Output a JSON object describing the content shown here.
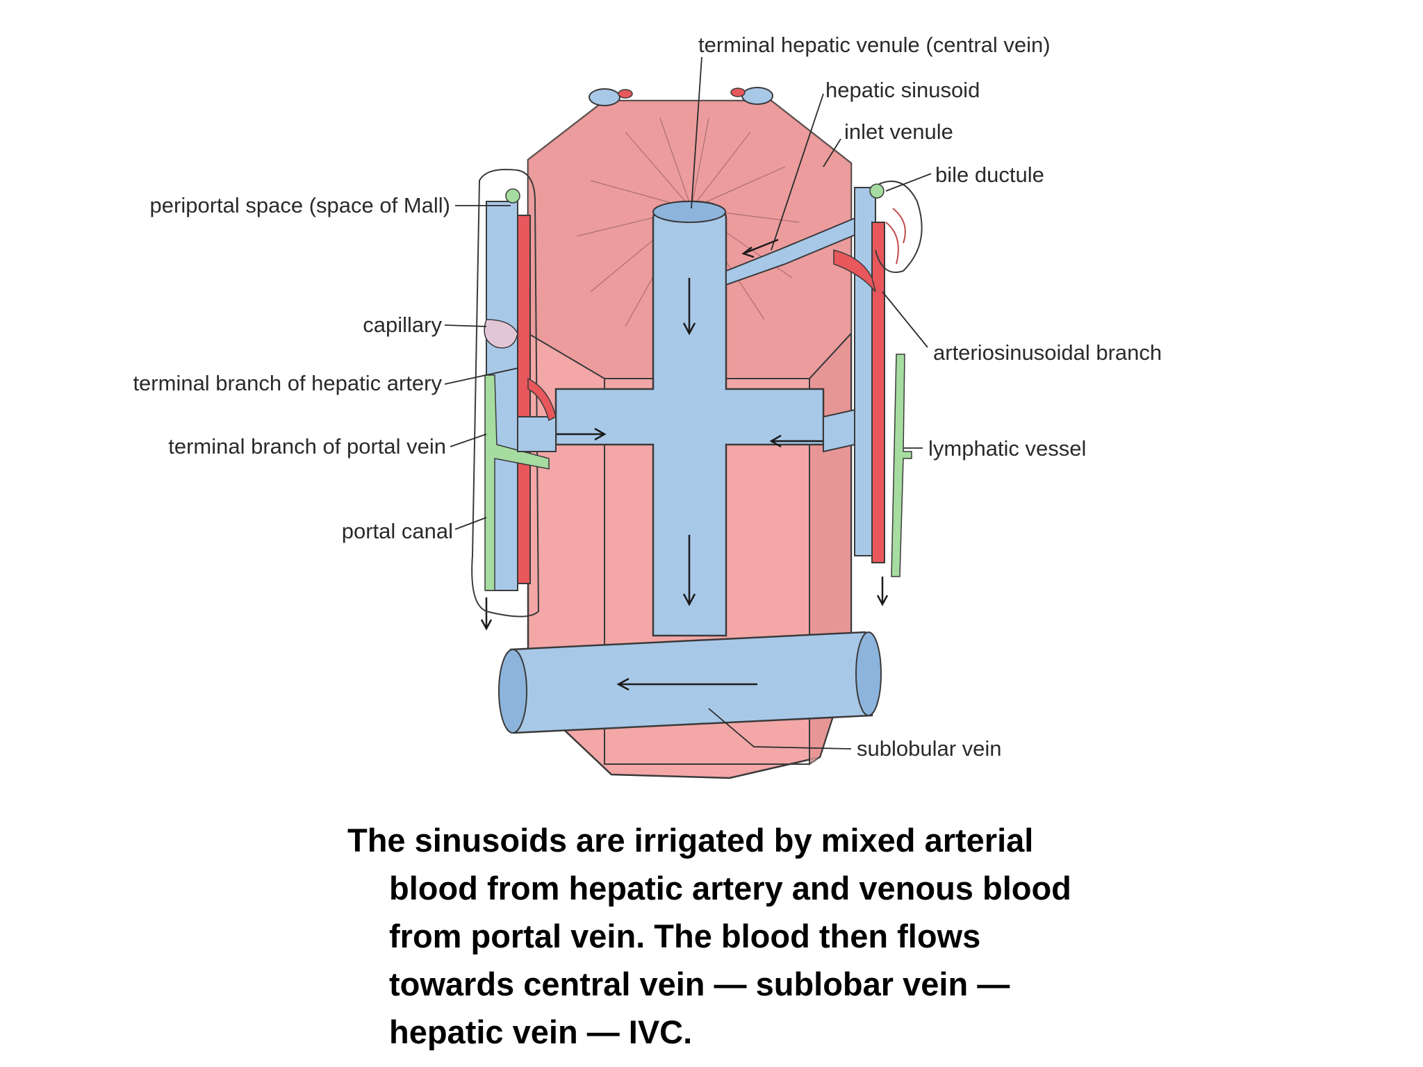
{
  "colors": {
    "lobule": "#f3a7a7",
    "lobule_dark": "#e59393",
    "vein": "#a8c8e8",
    "vein_dark": "#8db4dc",
    "artery": "#e8575c",
    "lymph": "#a6dca0",
    "outline": "#3a3a3a"
  },
  "labels": {
    "central_vein": "terminal hepatic venule (central vein)",
    "hepatic_sinusoid": "hepatic sinusoid",
    "inlet_venule": "inlet venule",
    "bile_ductule": "bile ductule",
    "periportal_space": "periportal space (space of Mall)",
    "capillary": "capillary",
    "terminal_branch_artery": "terminal branch of hepatic artery",
    "terminal_branch_portal": "terminal branch of portal vein",
    "portal_canal": "portal canal",
    "arteriosinusoidal_branch": "arteriosinusoidal branch",
    "lymphatic_vessel": "lymphatic vessel",
    "sublobular_vein": "sublobular vein"
  },
  "caption": {
    "line1": "The sinusoids are irrigated by mixed arterial",
    "line2": "blood from hepatic artery and venous blood",
    "line3": "from portal vein. The blood then flows",
    "line4": "towards central vein — sublobar vein —",
    "line5": "hepatic vein — IVC."
  }
}
